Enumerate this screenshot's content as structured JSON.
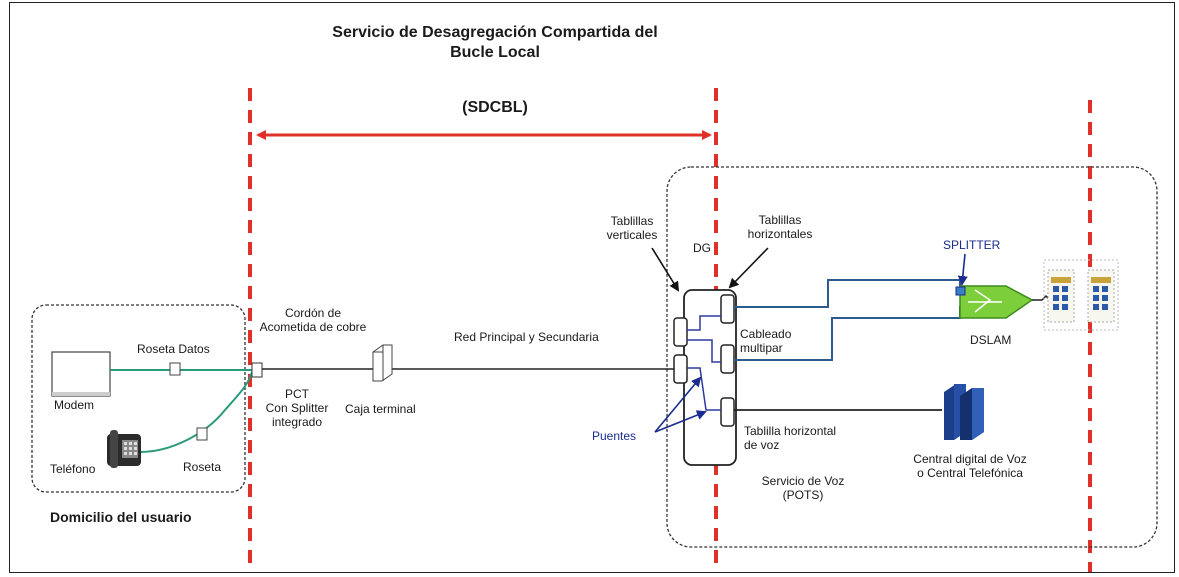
{
  "title": {
    "line1": "Servicio de Desagregación Compartida del",
    "line2": "Bucle Local",
    "abbr": "(SDCBL)"
  },
  "labels": {
    "domicilio": "Domicilio del usuario",
    "modem": "Modem",
    "roseta_datos": "Roseta Datos",
    "telefono": "Teléfono",
    "roseta": "Roseta",
    "cordon": "Cordón de\nAcometida de cobre",
    "pct": "PCT\nCon Splitter\nintegrado",
    "caja_terminal": "Caja terminal",
    "red": "Red Principal y Secundaria",
    "tablillas_verticales": "Tablillas\nverticales",
    "dg": "DG",
    "tablillas_horizontales": "Tablillas\nhorizontales",
    "splitter": "SPLITTER",
    "dslam": "DSLAM",
    "cableado": "Cableado\nmultipar",
    "puentes": "Puentes",
    "tablilla_voz": "Tablilla horizontal\nde voz",
    "central": "Central digital de Voz\no Central Telefónica",
    "servicio_voz": "Servicio de Voz\n(POTS)"
  },
  "colors": {
    "red_line": "#e0302a",
    "data_line": "#2a9a7c",
    "blue_line": "#2e5a8e",
    "puentes": "#1b2d8f",
    "dslam_fill": "#7ccf3a",
    "server": "#1c3d8a"
  }
}
